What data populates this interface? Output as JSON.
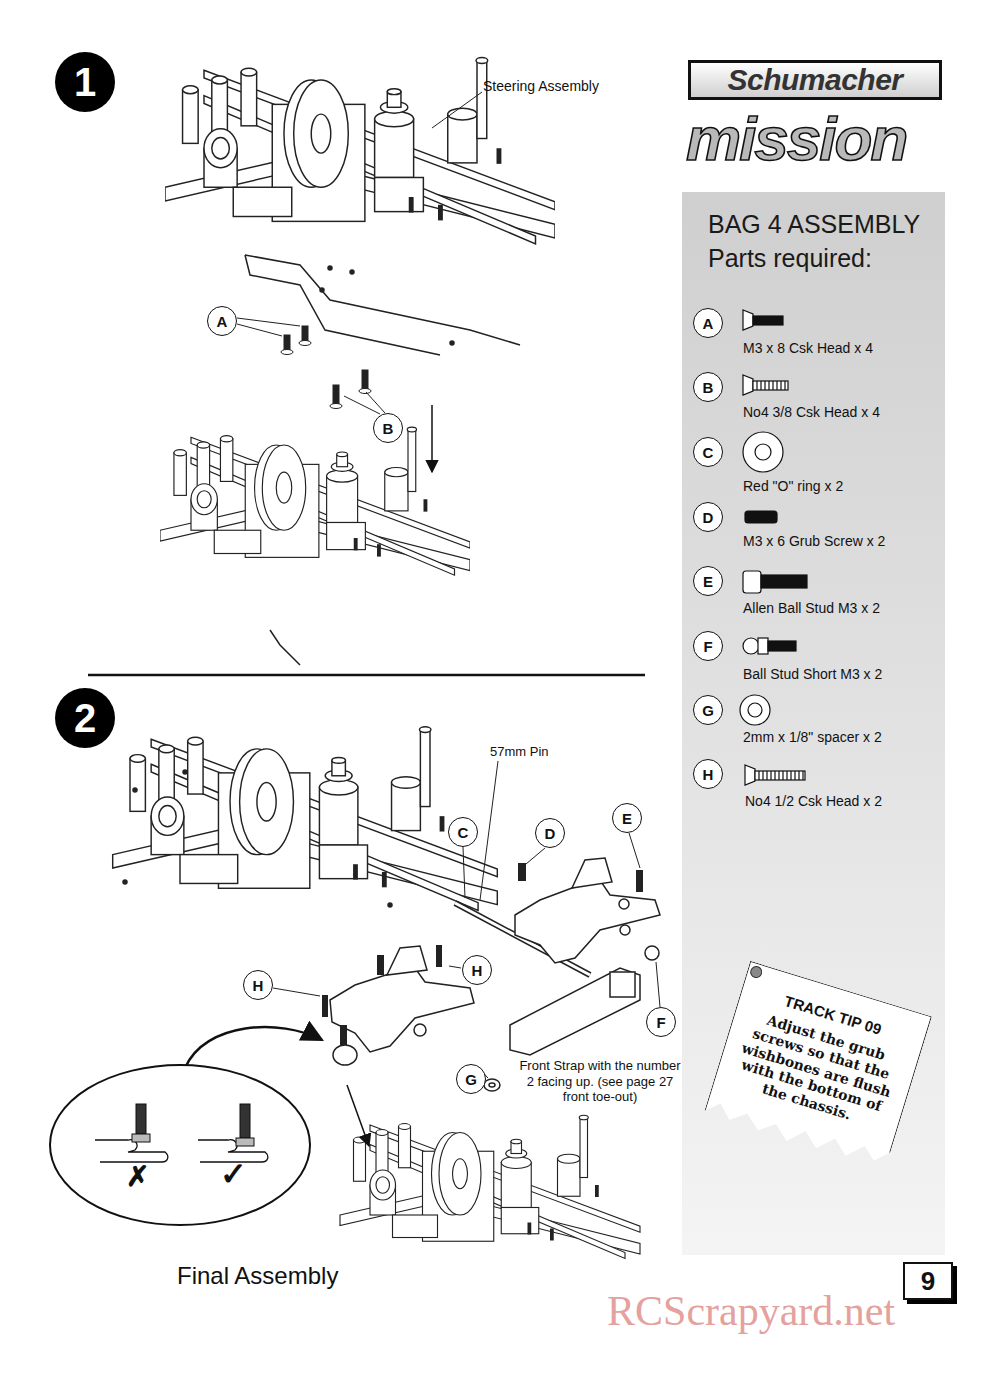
{
  "diagram": {
    "nodes": [
      {
        "text": [
          "1"
        ]
      },
      {
        "text": [
          "A"
        ]
      },
      {
        "text": [
          "B"
        ]
      },
      {
        "text": [
          "Schumacher"
        ]
      },
      {
        "text": [
          "BAG 4 ASSEMBLY",
          "Parts required:"
        ]
      },
      {
        "text": [
          "A"
        ],
        "in": 4
      },
      {
        "text": [
          "B"
        ],
        "in": 4
      },
      {
        "text": [
          "C"
        ],
        "in": 4
      },
      {
        "text": [
          "D"
        ],
        "in": 4
      },
      {
        "text": [
          "E"
        ],
        "in": 4
      },
      {
        "text": [
          "F"
        ],
        "in": 4
      },
      {
        "text": [
          "G"
        ],
        "in": 4
      },
      {
        "text": [
          "H"
        ],
        "in": 4
      },
      {
        "text": [
          "TRACK TIP 09",
          "Adjust the grub screws so that the wishbones are flush with the bottom of the chassis."
        ],
        "in": 4
      },
      {
        "text": [
          "2"
        ]
      },
      {
        "text": [
          "C"
        ]
      },
      {
        "text": [
          "D"
        ]
      },
      {
        "text": [
          "E"
        ]
      },
      {
        "text": [
          "H"
        ]
      },
      {
        "text": [
          "H"
        ]
      },
      {
        "text": [
          "F"
        ]
      },
      {
        "text": [
          "G"
        ]
      },
      {
        "text": [
          "9"
        ]
      }
    ],
    "labels": [
      "Steering Assembly",
      "mission",
      "M3 x 8 Csk Head x 4",
      "No4 3/8 Csk Head x 4",
      "Red \"O\" ring x 2",
      "M3 x 6 Grub Screw x 2",
      "Allen Ball Stud M3 x 2",
      "Ball Stud Short M3 x 2",
      "2mm x 1/8\" spacer x 2",
      "No4 1/2 Csk Head x 2",
      "57mm Pin",
      "Front Strap with the number 2 facing up. (see page 27 front toe-out)",
      "✗",
      "✓",
      "Final Assembly",
      "RCScrapyard.net"
    ]
  }
}
